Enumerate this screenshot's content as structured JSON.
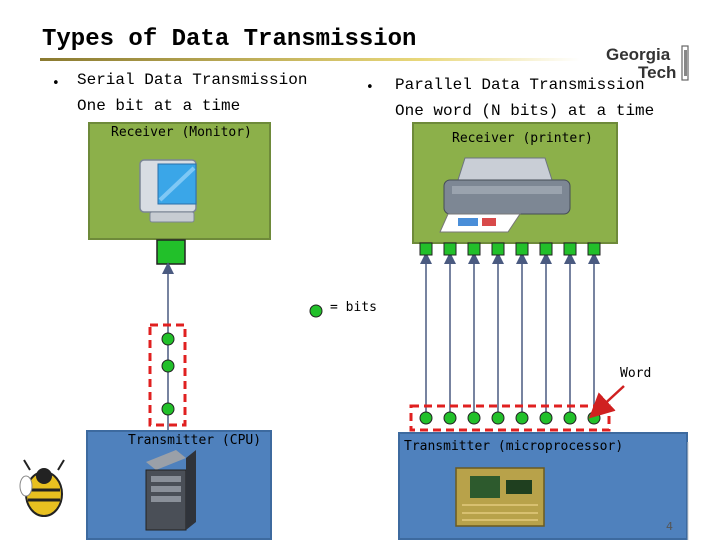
{
  "title": "Types of Data Transmission",
  "logo": {
    "line1": "Georgia",
    "line2": "Tech"
  },
  "serial": {
    "bullet": "•",
    "line1": "Serial Data Transmission",
    "line2": "One bit at a time",
    "receiver_label": "Receiver (Monitor)",
    "transmitter_label": "Transmitter (CPU)"
  },
  "parallel": {
    "bullet": "•",
    "line1": "Parallel Data Transmission",
    "line2": "One word (N bits) at a time",
    "receiver_label": "Receiver (printer)",
    "transmitter_label": "Transmitter (microprocessor)",
    "word_label": "Word"
  },
  "legend": {
    "bits_label": "= bits"
  },
  "colors": {
    "receiver_box": "#8cb04a",
    "transmitter_box": "#4f81bd",
    "bit": "#22c02a",
    "dash_box": "#e02020",
    "line": "#4a5a80"
  },
  "icons": {
    "receiver_serial": "monitor-icon",
    "receiver_parallel": "printer-icon",
    "transmitter_serial": "pc-tower-icon",
    "transmitter_parallel": "circuit-board-icon",
    "mascot": "yellow-jacket-mascot"
  },
  "page_number": "4"
}
